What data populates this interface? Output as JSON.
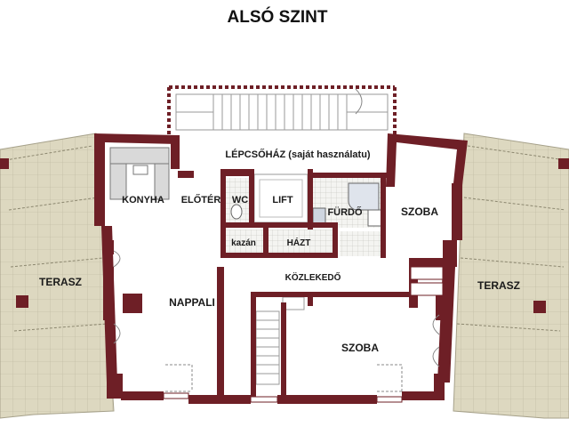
{
  "title": "ALSÓ SZINT",
  "rooms": {
    "stairwell": "LÉPCSŐHÁZ (saját használatu)",
    "kitchen": "KONYHA",
    "hall": "ELŐTÉR",
    "wc": "WC",
    "lift": "LIFT",
    "bathroom": "FÜRDŐ",
    "room_right": "SZOBA",
    "boiler": "kazán",
    "utility": "HÁZT",
    "corridor": "KÖZLEKEDŐ",
    "terrace_left": "TERASZ",
    "terrace_right": "TERASZ",
    "living": "NAPPALI",
    "room_bottom": "SZOBA"
  },
  "colors": {
    "wall": "#6e1f26",
    "terrace_fill": "#ddd8c0",
    "terrace_line": "#a6a18a",
    "floor_tile": "#e3e2dd",
    "kitchen_fill": "#d9d9d9",
    "stair_line": "#9a9a9a"
  }
}
